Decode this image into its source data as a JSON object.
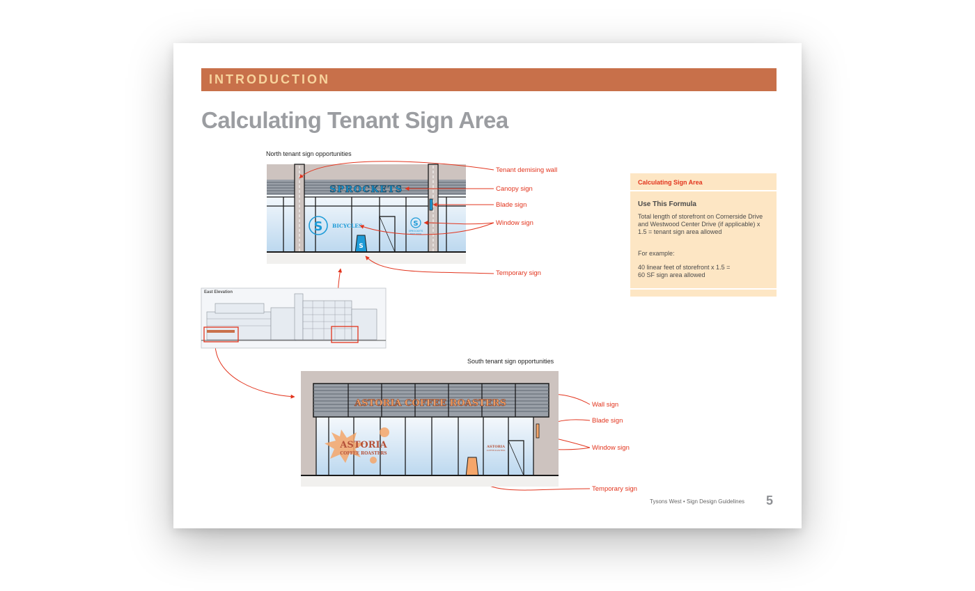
{
  "header": {
    "section": "INTRODUCTION"
  },
  "page_title": "Calculating Tenant Sign Area",
  "north": {
    "caption": "North tenant sign opportunities",
    "storefront_name": "SPROCKETS",
    "window_text": "BICYCLES",
    "small_sign_line1": "SPROCKETS",
    "small_sign_line2": "BIKE SHOP",
    "callouts": {
      "demising": "Tenant demising wall",
      "canopy": "Canopy sign",
      "blade": "Blade sign",
      "window": "Window sign",
      "temporary": "Temporary sign"
    }
  },
  "elevation": {
    "label": "East Elevation"
  },
  "south": {
    "caption": "South tenant sign opportunities",
    "wall_sign_text": "ASTORIA COFFEE ROASTERS",
    "window_big_line1": "ASTORIA",
    "window_big_line2": "COFFEE ROASTERS",
    "window_small_line1": "ASTORIA",
    "window_small_line2": "COFFEE ROASTERS",
    "callouts": {
      "wall": "Wall sign",
      "blade": "Blade sign",
      "window": "Window sign",
      "temporary": "Temporary sign"
    }
  },
  "sidebar": {
    "heading": "Calculating Sign Area",
    "subheading": "Use This Formula",
    "formula": "Total length of storefront on Cornerside Drive and Westwood Center Drive (if applicable) x 1.5 = tenant sign area allowed",
    "example_label": "For example:",
    "example_line1": "40 linear feet of storefront x 1.5 =",
    "example_line2": "60 SF sign area allowed"
  },
  "footer": {
    "text": "Tysons West  •  Sign Design Guidelines",
    "page_number": "5"
  },
  "colors": {
    "banner": "#c8704a",
    "banner_text": "#f7d39c",
    "accent_red": "#e2341d",
    "sidebar_bg": "#fde6c4",
    "sprockets_blue": "#1e9bd7",
    "astoria_orange": "#f5a66a"
  }
}
